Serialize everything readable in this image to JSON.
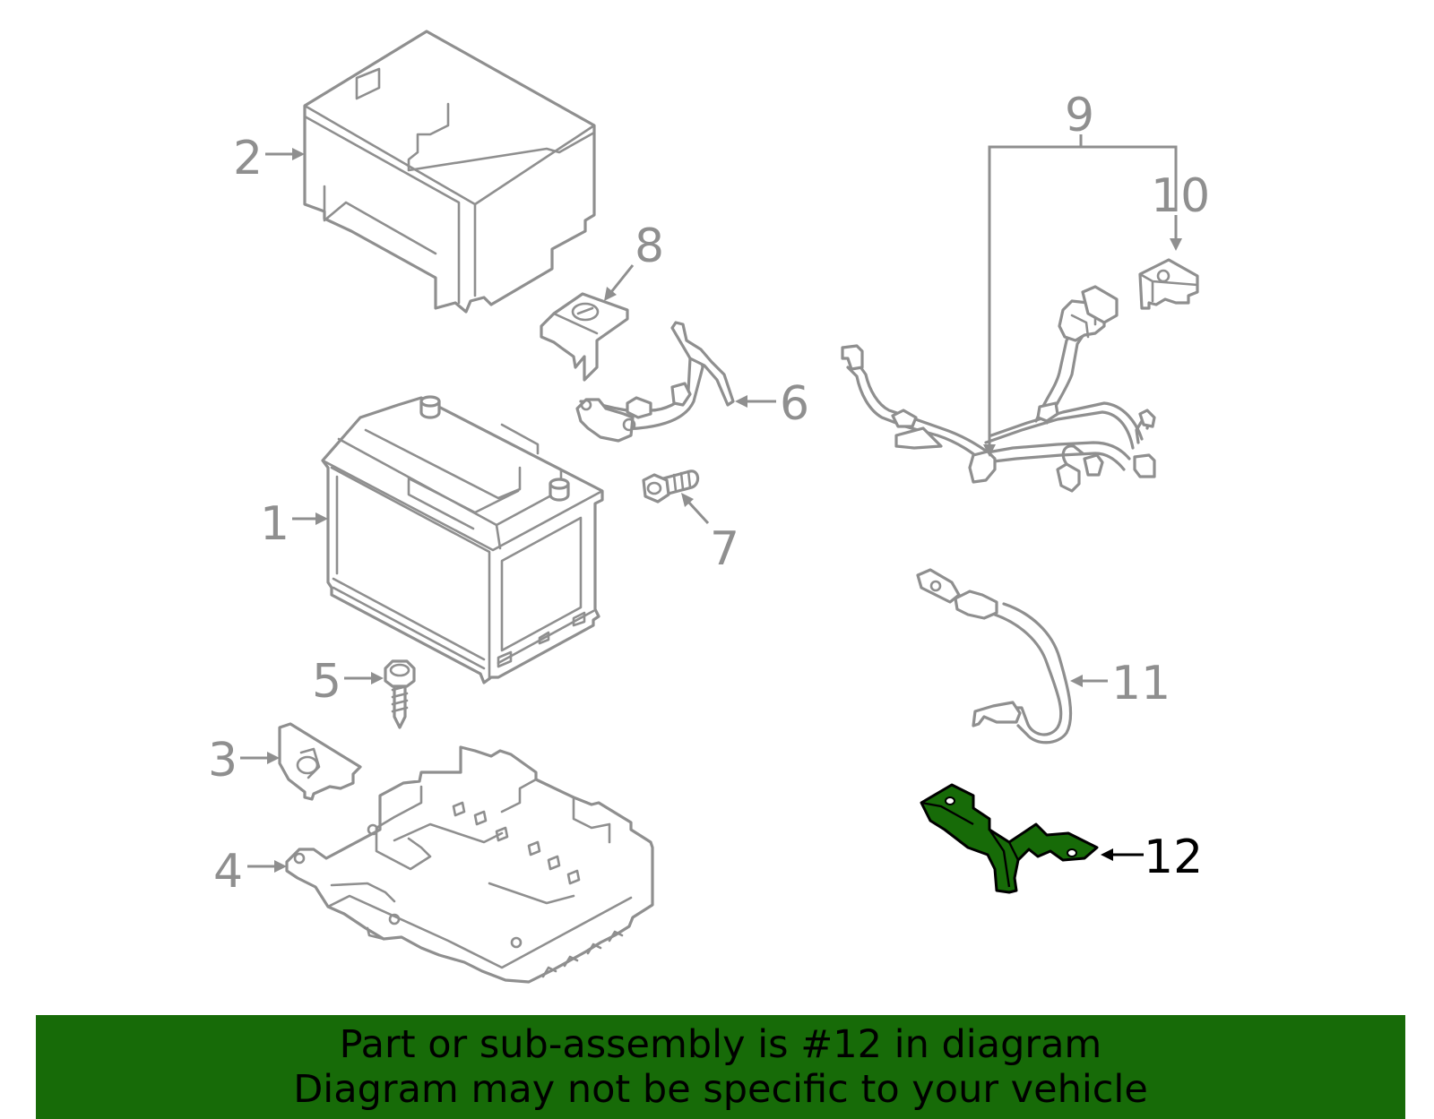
{
  "diagram": {
    "callouts": [
      {
        "id": "1",
        "label": "1"
      },
      {
        "id": "2",
        "label": "2"
      },
      {
        "id": "3",
        "label": "3"
      },
      {
        "id": "4",
        "label": "4"
      },
      {
        "id": "5",
        "label": "5"
      },
      {
        "id": "6",
        "label": "6"
      },
      {
        "id": "7",
        "label": "7"
      },
      {
        "id": "8",
        "label": "8"
      },
      {
        "id": "9",
        "label": "9"
      },
      {
        "id": "10",
        "label": "10"
      },
      {
        "id": "11",
        "label": "11"
      },
      {
        "id": "12",
        "label": "12"
      }
    ],
    "highlighted_part": "12",
    "colors": {
      "highlight_fill": "#176b08",
      "line_gray": "#8f8f8f",
      "banner_bg": "#176b08",
      "banner_text": "#000000"
    }
  },
  "banner": {
    "line1": "Part or sub-assembly is #12 in diagram",
    "line2": "Diagram may not be specific to your vehicle"
  }
}
